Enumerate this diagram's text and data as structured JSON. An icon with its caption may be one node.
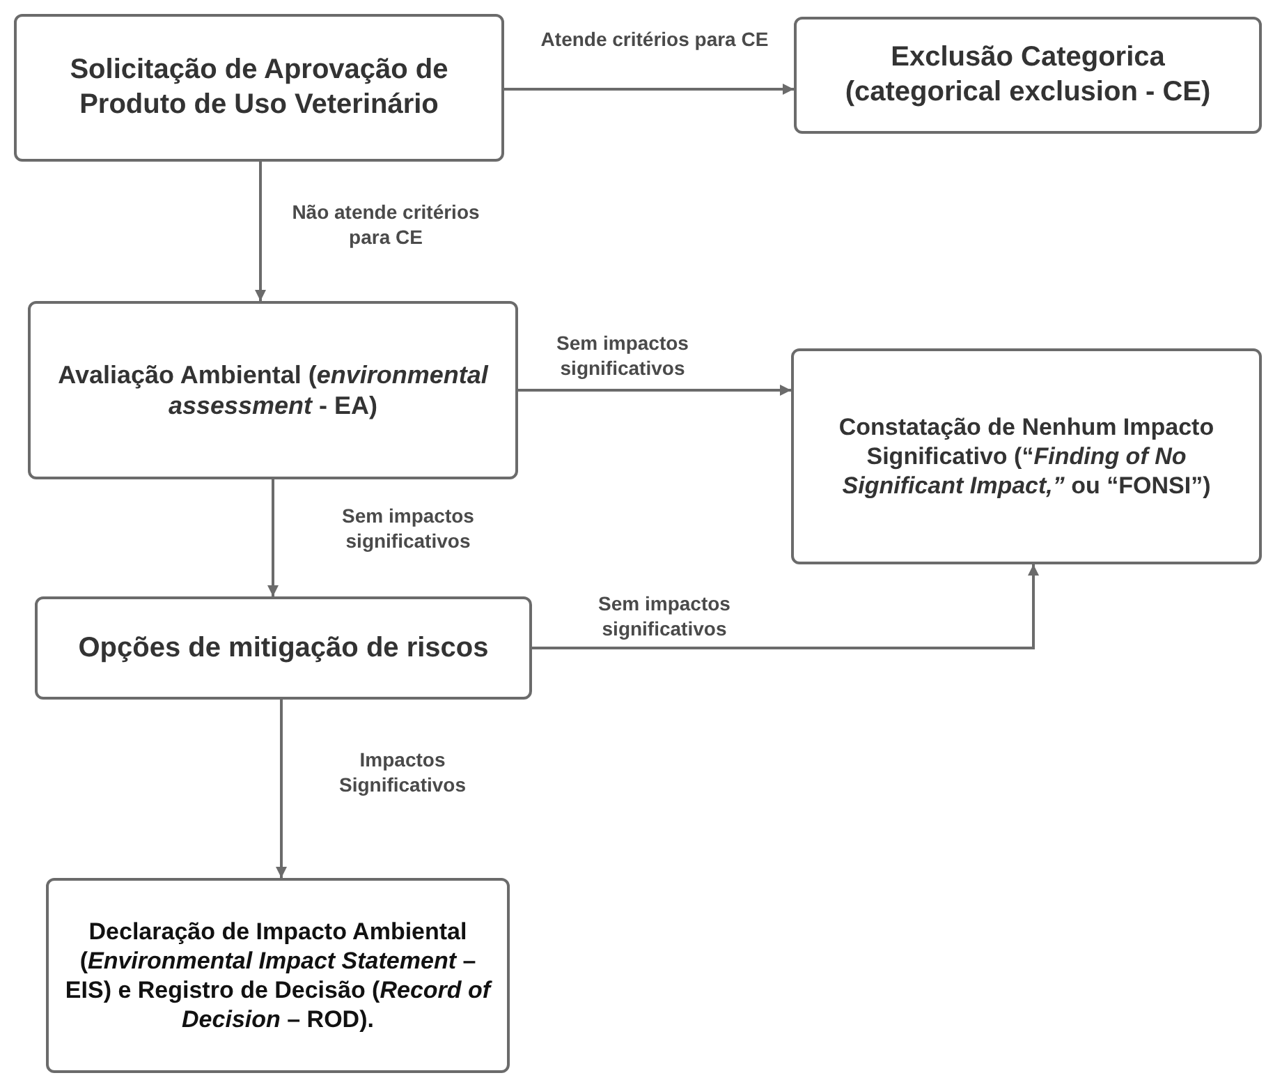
{
  "diagram": {
    "nodes": [
      {
        "text": [
          "Solicitação de Aprovação de Produto de Uso Veterinário"
        ]
      },
      {
        "text": [
          "Exclusão Categorica (categorical exclusion - CE)"
        ]
      },
      {
        "text": [
          "Avaliação Ambiental (*environmental assessment* - EA)"
        ]
      },
      {
        "text": [
          "Constatação de Nenhum Impacto Significativo (“*Finding of No Significant Impact,”* ou “FONSI”)"
        ]
      },
      {
        "text": [
          "Opções de mitigação de riscos"
        ]
      },
      {
        "text": [
          "Declaração de Impacto Ambiental (*Environmental Impact Statement* – EIS) e Registro de Decisão (*Record of Decision* – ROD)."
        ]
      }
    ],
    "edges": [
      {
        "from": 0,
        "to": 1,
        "arrow": "to",
        "label": "Atende critérios para CE"
      },
      {
        "from": 0,
        "to": 2,
        "arrow": "to",
        "label": "Não atende critérios para CE"
      },
      {
        "from": 2,
        "to": 3,
        "arrow": "to",
        "label": "Sem impactos significativos"
      },
      {
        "from": 2,
        "to": 4,
        "arrow": "to",
        "label": "Sem impactos significativos"
      },
      {
        "from": 4,
        "to": 3,
        "arrow": "to",
        "label": "Sem impactos significativos"
      },
      {
        "from": 4,
        "to": 5,
        "arrow": "to",
        "label": "Impactos Significativos"
      }
    ]
  }
}
